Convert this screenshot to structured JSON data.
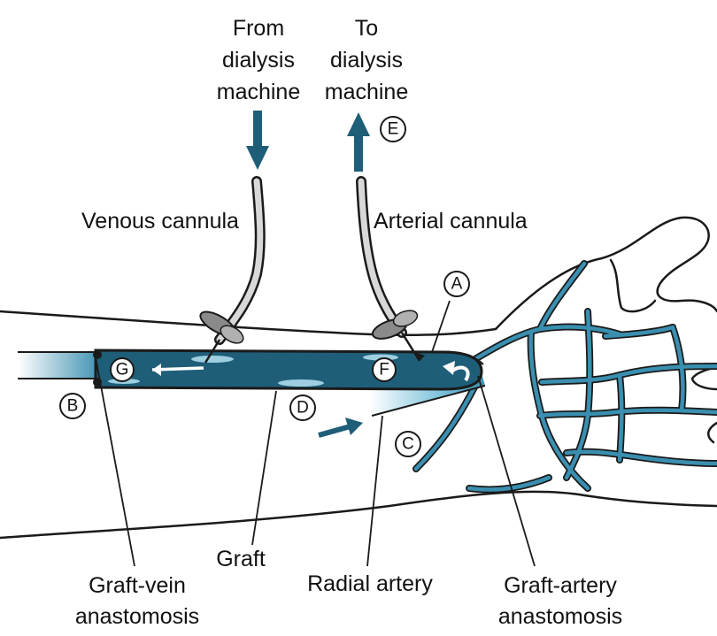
{
  "labels": {
    "from_dialysis": [
      "From",
      "dialysis",
      "machine"
    ],
    "to_dialysis": [
      "To",
      "dialysis",
      "machine"
    ],
    "venous_cannula": "Venous cannula",
    "arterial_cannula": "Arterial cannula",
    "graft": "Graft",
    "radial_artery": "Radial artery",
    "graft_vein": [
      "Graft-vein",
      "anastomosis"
    ],
    "graft_artery": [
      "Graft-artery",
      "anastomosis"
    ]
  },
  "markers": {
    "A": "A",
    "B": "B",
    "C": "C",
    "D": "D",
    "E": "E",
    "F": "F",
    "G": "G"
  },
  "colors": {
    "graft": "#1f5e78",
    "vessel": "#3a8fb0",
    "vessel_light": "#7fc4dc",
    "cannula": "#c8c8c8",
    "outline": "#1a1a1a"
  }
}
